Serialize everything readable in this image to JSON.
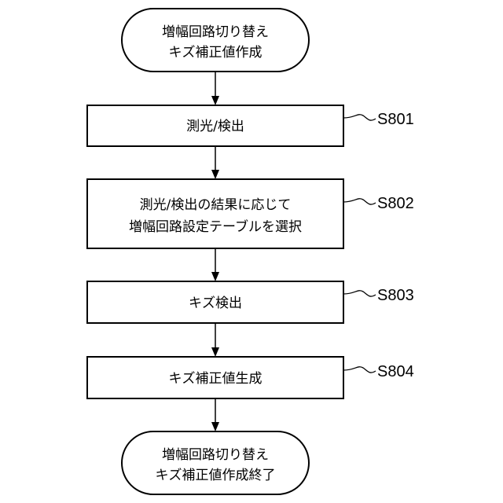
{
  "nodes": {
    "start": {
      "lines": [
        "増幅回路切り替え",
        "キズ補正値作成"
      ]
    },
    "s801": {
      "lines": [
        "測光/検出"
      ],
      "step": "S801"
    },
    "s802": {
      "lines": [
        "測光/検出の結果に応じて",
        "増幅回路設定テーブルを選択"
      ],
      "step": "S802"
    },
    "s803": {
      "lines": [
        "キズ検出"
      ],
      "step": "S803"
    },
    "s804": {
      "lines": [
        "キズ補正値生成"
      ],
      "step": "S804"
    },
    "end": {
      "lines": [
        "増幅回路切り替え",
        "キズ補正値作成終了"
      ]
    }
  }
}
